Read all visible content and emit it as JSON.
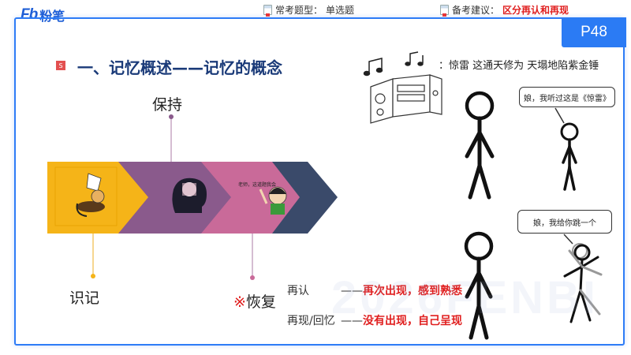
{
  "header": {
    "logo_mark": "Fb",
    "logo_text": "粉笔",
    "question_type_label": "常考题型：",
    "question_type_value": "单选题",
    "advice_label": "备考建议：",
    "advice_value": "区分再认和再现"
  },
  "page_number": "P48",
  "section": {
    "icon_text": "S",
    "title": "一、记忆概述——记忆的概念"
  },
  "diagram": {
    "stages": [
      "识记",
      "保持"
    ],
    "recovery_mark": "※",
    "recovery_label": "恢复",
    "stage3_caption": "老师，这道题我会",
    "recovery_types": [
      {
        "name": "再认",
        "dash": "——",
        "desc": "再次出现，感到熟悉"
      },
      {
        "name": "再现/回忆",
        "dash": "——",
        "desc": "没有出现，自己呈现"
      }
    ]
  },
  "illustration": {
    "music_colon": "：",
    "music_text": "惊雷 这通天修为 天塌地陷紫金锤",
    "bubble_top": "娘，我听过这是《惊雷》",
    "bubble_bottom": "娘，我给你跳一个"
  },
  "watermark": "2026FENBI",
  "colors": {
    "accent_blue": "#2b7bf4",
    "title_navy": "#1a3a78",
    "red": "#e01e1e",
    "arrow_yellow": "#f5b418",
    "arrow_purple": "#8a5a8c",
    "arrow_pink": "#c96a99",
    "arrow_slate": "#3a4a6a"
  }
}
